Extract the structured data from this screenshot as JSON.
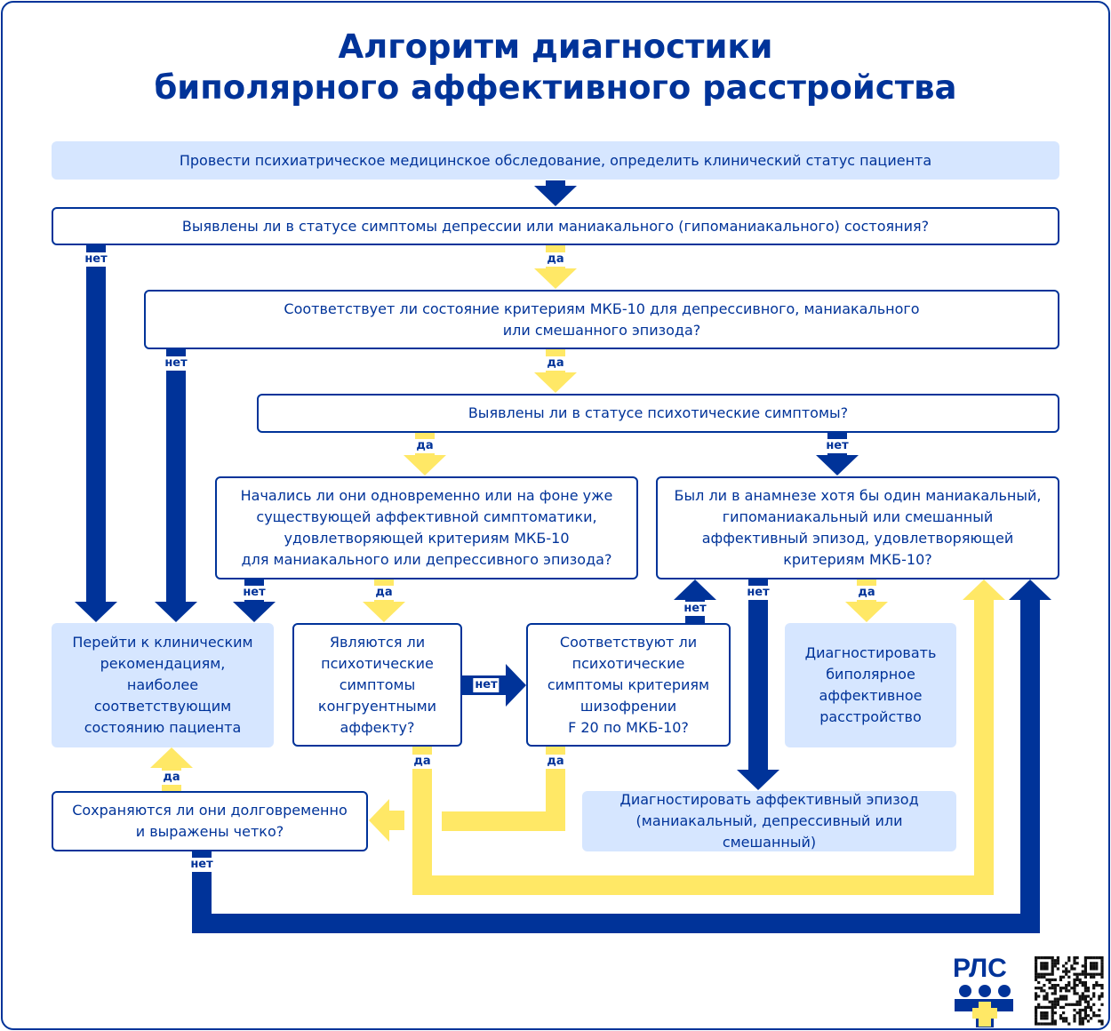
{
  "title": {
    "line1": "Алгоритм диагностики",
    "line2": "биполярного аффективного расстройства"
  },
  "boxes": {
    "exam": "Провести психиатрическое медицинское обследование, определить клинический статус пациента",
    "q_symptoms": "Выявлены ли в статусе симптомы депрессии или маниакального (гипоманиакального) состояния?",
    "q_icd": "Соответствует ли состояние критериям МКБ-10 для депрессивного, маниакального\nили смешанного эпизода?",
    "q_psychotic": "Выявлены ли в статусе психотические симптомы?",
    "q_onset": "Начались ли они одновременно или на фоне уже существующей аффективной симптоматики, удовлетворяющей критериям МКБ-10\nдля маниакального или депрессивного эпизода?",
    "q_history": "Был ли в анамнезе хотя бы один маниакальный, гипоманиакальный или смешанный аффективный эпизод, удовлетворяющей критериям МКБ-10?",
    "guidelines": "Перейти к клиническим рекомендациям, наиболее соответствующим состоянию пациента",
    "q_congruent": "Являются ли психотические симптомы конгруентными аффекту?",
    "q_schizo": "Соответствуют ли психотические симптомы критериям шизофрении\nF 20 по МКБ-10?",
    "dx_bipolar": "Диагностировать биполярное аффективное расстройство",
    "q_persist": "Сохраняются ли они долговременно\nи выражены четко?",
    "dx_episode": "Диагностировать аффективный эпизод\n(маниакальный, депрессивный или смешанный)"
  },
  "labels": {
    "yes": "да",
    "no": "нет"
  },
  "logo": {
    "text": "РЛС"
  },
  "colors": {
    "blue": "#003399",
    "yellow": "#ffe866",
    "light": "#d6e6ff"
  }
}
